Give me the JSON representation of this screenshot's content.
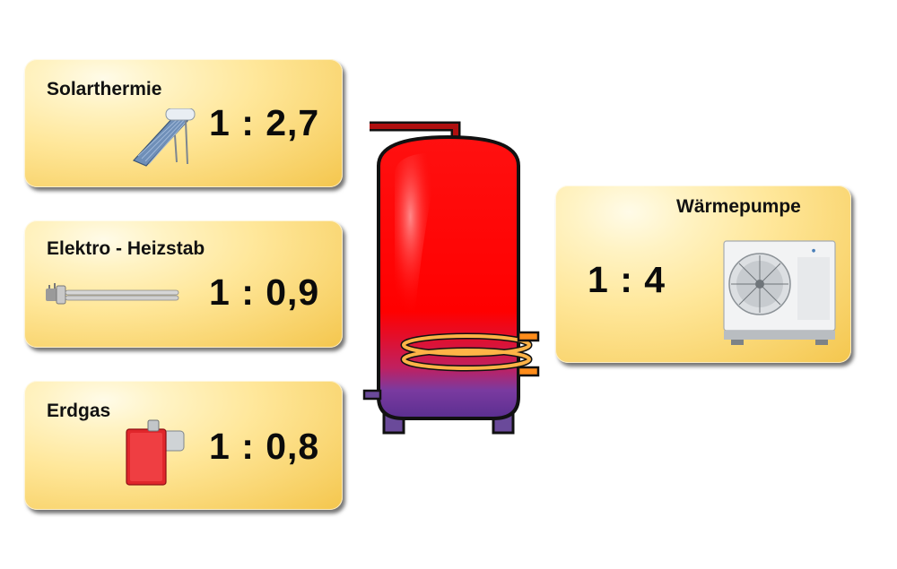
{
  "sources": [
    {
      "id": "solar",
      "label": "Solarthermie",
      "ratio": "1 : 2,7",
      "icon": "solar-collector-icon"
    },
    {
      "id": "elektro",
      "label": "Elektro - Heizstab",
      "ratio": "1 : 0,9",
      "icon": "heating-rod-icon"
    },
    {
      "id": "gas",
      "label": "Erdgas",
      "ratio": "1 : 0,8",
      "icon": "gas-burner-icon"
    },
    {
      "id": "wp",
      "label": "Wärmepumpe",
      "ratio": "1 : 4",
      "icon": "heat-pump-icon"
    }
  ],
  "tank": {
    "icon": "hot-water-storage-tank-icon",
    "colors": {
      "hot": "#ff0000",
      "cold": "#6a3aa0",
      "coil": "#ffb347",
      "pipe": "#b01010"
    }
  },
  "colors": {
    "card_top": "#fffbe8",
    "card_bottom": "#f4c64d"
  }
}
